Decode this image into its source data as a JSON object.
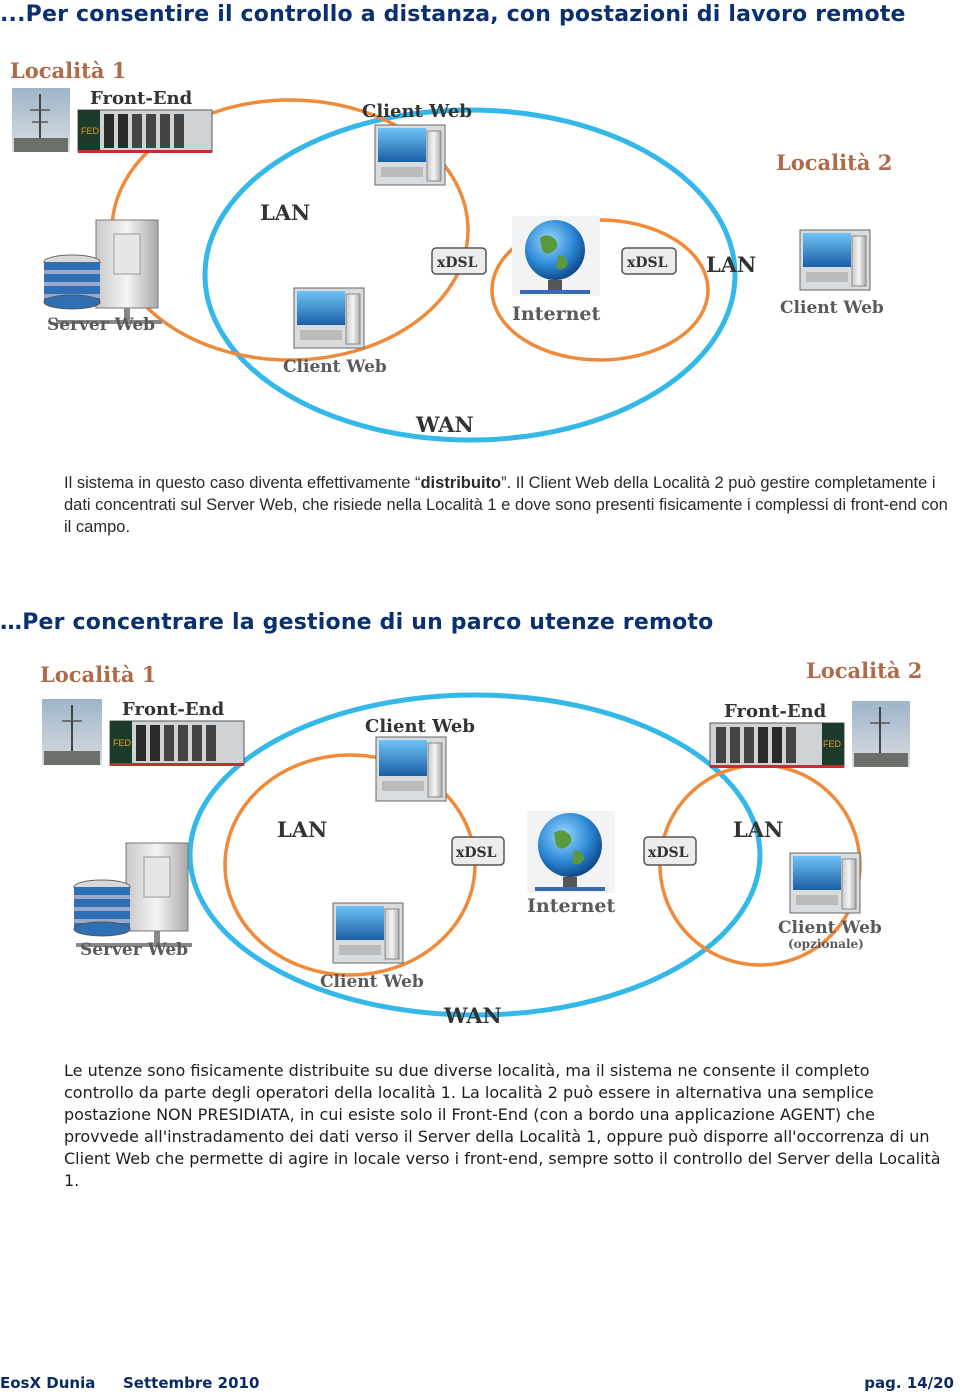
{
  "section1": {
    "heading": "...Per consentire il controllo a distanza, con postazioni di lavoro remote",
    "diagram": {
      "localita1": "Località 1",
      "localita2": "Località 2",
      "front_end": "Front-End",
      "fed": "FED",
      "client_web_top": "Client Web",
      "client_web_bottom": "Client Web",
      "client_web_right": "Client Web",
      "server_web": "Server Web",
      "lan_left": "LAN",
      "lan_right": "LAN",
      "xdsl_left": "xDSL",
      "xdsl_right": "xDSL",
      "internet": "Internet",
      "wan": "WAN"
    },
    "text_a": "Il sistema in questo caso diventa effettivamente “",
    "text_bold": "distribuito",
    "text_b": "”.  Il Client Web della Località 2 può gestire completamente i dati concentrati sul Server Web, che risiede nella Località 1 e dove sono presenti fisicamente i complessi di front-end con il campo."
  },
  "section2": {
    "heading": "…Per concentrare la gestione di un parco utenze remoto",
    "diagram": {
      "localita1": "Località 1",
      "localita2": "Località 2",
      "front_end_left": "Front-End",
      "front_end_right": "Front-End",
      "fed": "FED",
      "client_web_top": "Client Web",
      "client_web_bottom": "Client Web",
      "client_web_right": "Client Web",
      "opzionale": "(opzionale)",
      "server_web": "Server Web",
      "lan_left": "LAN",
      "lan_right": "LAN",
      "xdsl_left": "xDSL",
      "xdsl_right": "xDSL",
      "internet": "Internet",
      "wan": "WAN"
    },
    "text": "Le utenze sono fisicamente distribuite su due diverse località, ma il sistema ne consente il completo controllo da parte degli operatori della località 1.  La località 2 può essere in alternativa una semplice postazione NON PRESIDIATA, in cui esiste solo il Front-End (con a bordo una applicazione AGENT) che provvede all'instradamento dei dati verso il Server della Località 1, oppure può disporre all'occorrenza di un Client Web che permette di agire in locale verso i front-end, sempre sotto il controllo del Server della Località 1."
  },
  "footer": {
    "left": "EosX Dunia",
    "middle": "Settembre 2010",
    "right": "pag. 14/20"
  },
  "colors": {
    "heading": "#0a3070",
    "wan_ring": "#33b8e8",
    "lan_ring": "#ee8a3a",
    "localita_label": "#b06a48"
  },
  "icons": [
    "antenna-photo",
    "front-end-rack",
    "server-tower",
    "database-disks",
    "client-pc",
    "internet-globe",
    "xdsl-box"
  ]
}
